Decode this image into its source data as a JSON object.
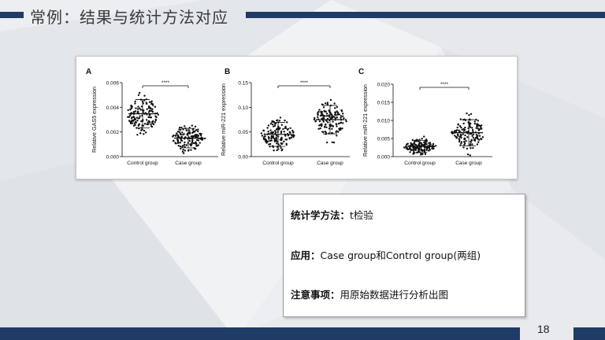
{
  "slide": {
    "title": "常例：结果与统计方法对应",
    "page_number": "18"
  },
  "figure": {
    "panels": [
      {
        "letter": "A",
        "ylabel": "Relative GAS5 expression",
        "yticks": [
          "0.000",
          "0.002",
          "0.004",
          "0.006"
        ],
        "groups": [
          "Control group",
          "Case group"
        ],
        "sig": "****"
      },
      {
        "letter": "B",
        "ylabel": "Relative miR-221 expression",
        "yticks": [
          "0.00",
          "0.05",
          "0.10",
          "0.15"
        ],
        "groups": [
          "Control group",
          "Case group"
        ],
        "sig": "****"
      },
      {
        "letter": "C",
        "ylabel": "Relative miR-221 expression",
        "yticks": [
          "0.000",
          "0.005",
          "0.010",
          "0.015",
          "0.020"
        ],
        "groups": [
          "Control group",
          "Case group"
        ],
        "sig": "****"
      }
    ]
  },
  "info": {
    "method_label": "统计学方法：",
    "method_value": "t检验",
    "application_label": "应用：",
    "application_value": "Case group和Control group(两组)",
    "notes_label": "注意事项：",
    "notes_value": "用原始数据进行分析出图"
  },
  "colors": {
    "accent": "#1f3b66"
  }
}
